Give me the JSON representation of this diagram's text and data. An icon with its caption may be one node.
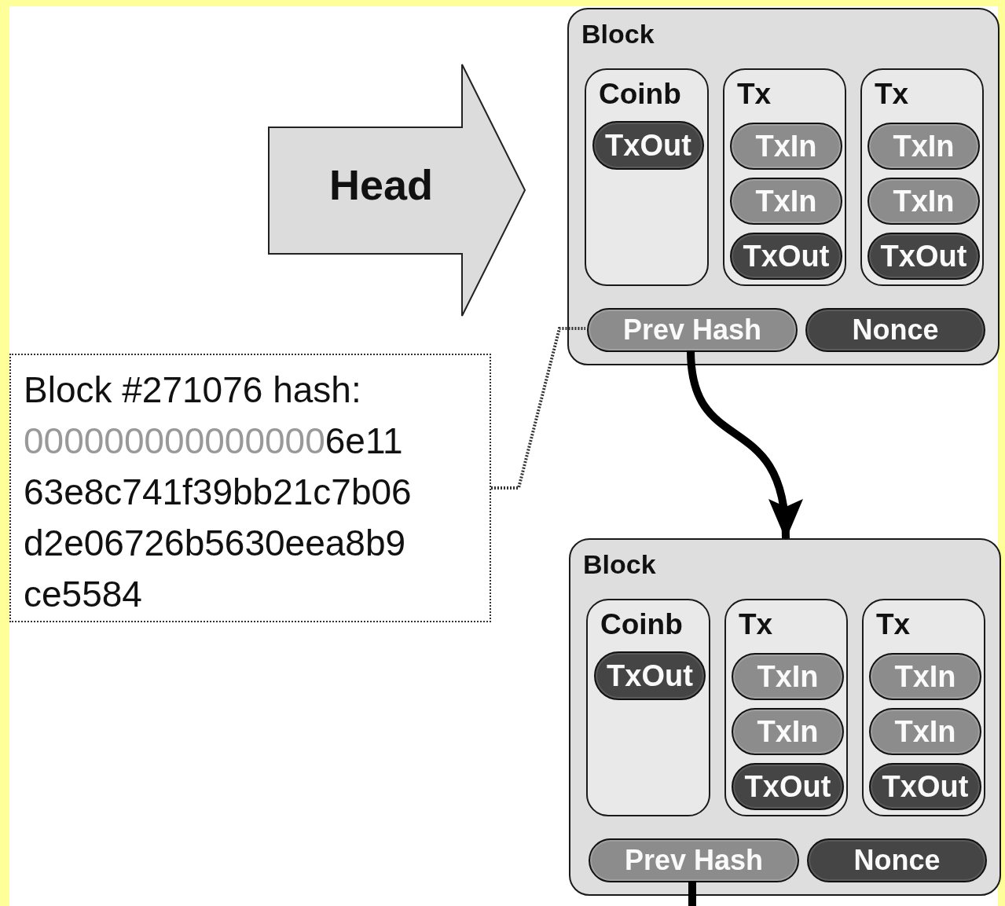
{
  "diagram": {
    "nodes": [
      {
        "text": [
          "Head"
        ]
      },
      {
        "text": [
          "Block"
        ]
      },
      {
        "text": [
          "Coinb"
        ],
        "in": 1
      },
      {
        "text": [
          "TxOut"
        ],
        "in": 2
      },
      {
        "text": [
          "Tx"
        ],
        "in": 1
      },
      {
        "text": [
          "TxIn"
        ],
        "in": 4
      },
      {
        "text": [
          "TxIn"
        ],
        "in": 4
      },
      {
        "text": [
          "TxOut"
        ],
        "in": 4
      },
      {
        "text": [
          "Tx"
        ],
        "in": 1
      },
      {
        "text": [
          "TxIn"
        ],
        "in": 8
      },
      {
        "text": [
          "TxIn"
        ],
        "in": 8
      },
      {
        "text": [
          "TxOut"
        ],
        "in": 8
      },
      {
        "text": [
          "Prev Hash"
        ],
        "in": 1
      },
      {
        "text": [
          "Nonce"
        ],
        "in": 1
      },
      {
        "text": [
          "Block #271076 hash:",
          "0000000000000006e11 63e8c741f39bb21c7b06 d2e06726b5630eea8b9 ce5584"
        ]
      },
      {
        "text": [
          "Block"
        ]
      },
      {
        "text": [
          "Coinb"
        ],
        "in": 15
      },
      {
        "text": [
          "TxOut"
        ],
        "in": 16
      },
      {
        "text": [
          "Tx"
        ],
        "in": 15
      },
      {
        "text": [
          "TxIn"
        ],
        "in": 18
      },
      {
        "text": [
          "TxIn"
        ],
        "in": 18
      },
      {
        "text": [
          "TxOut"
        ],
        "in": 18
      },
      {
        "text": [
          "Tx"
        ],
        "in": 15
      },
      {
        "text": [
          "TxIn"
        ],
        "in": 22
      },
      {
        "text": [
          "TxIn"
        ],
        "in": 22
      },
      {
        "text": [
          "TxOut"
        ],
        "in": 22
      },
      {
        "text": [
          "Prev Hash"
        ],
        "in": 15
      },
      {
        "text": [
          "Nonce"
        ],
        "in": 15
      }
    ],
    "edges": [
      {
        "from": 14,
        "to": 12,
        "arrow": "none",
        "style": "dashed"
      },
      {
        "from": 12,
        "to": 15,
        "arrow": "to"
      },
      {
        "from": 26,
        "to": null,
        "arrow": "none"
      }
    ]
  }
}
